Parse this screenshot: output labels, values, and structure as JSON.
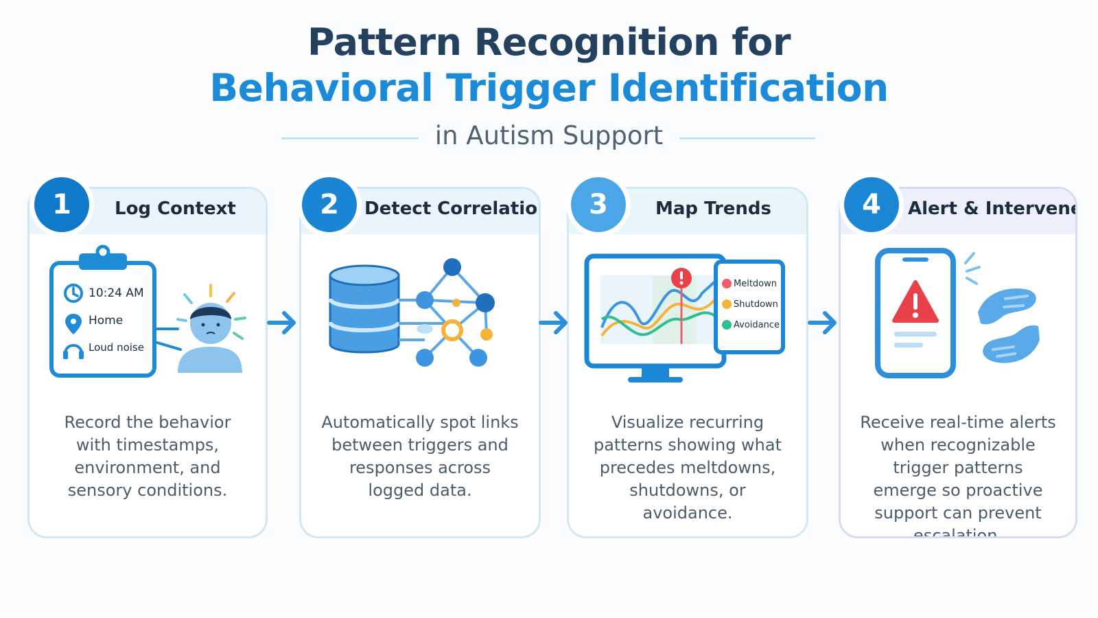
{
  "header": {
    "title_line1": "Pattern Recognition for",
    "title_line2": "Behavioral Trigger Identification",
    "subtitle": "in Autism Support"
  },
  "colors": {
    "navy": "#24425f",
    "accent_blue": "#1b8ad8",
    "alert_red": "#e8414a",
    "meltdown": "#f05b6a",
    "shutdown": "#f4b43a",
    "avoidance": "#2fbf8f"
  },
  "steps": [
    {
      "number": "1",
      "title": "Log Context",
      "description": "Record the behavior with timestamps, environment, and sensory conditions.",
      "log_entries": [
        {
          "icon": "clock-icon",
          "text": "10:24 AM"
        },
        {
          "icon": "location-pin-icon",
          "text": "Home"
        },
        {
          "icon": "headphones-icon",
          "text": "Loud noise"
        }
      ]
    },
    {
      "number": "2",
      "title": "Detect Correlations",
      "description": "Automatically spot links between triggers and responses across logged data."
    },
    {
      "number": "3",
      "title": "Map Trends",
      "description": "Visualize recurring patterns showing what precedes meltdowns, shutdowns, or avoidance.",
      "legend": [
        "Meltdown",
        "Shutdown",
        "Avoidance"
      ]
    },
    {
      "number": "4",
      "title": "Alert & Intervene",
      "description": "Receive real-time alerts when recognizable trigger patterns emerge so proactive support can prevent escalation."
    }
  ]
}
